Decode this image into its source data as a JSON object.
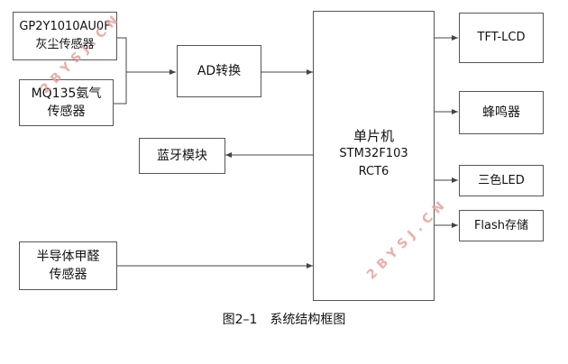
{
  "blocks": {
    "dust_sensor": {
      "line1": "GP2Y1010AU0F",
      "line2": "灰尘传感器"
    },
    "mq135": {
      "line1": "MQ135氨气",
      "line2": "传感器"
    },
    "formaldehyde": {
      "line1": "半导体甲醛",
      "line2": "传感器"
    },
    "ad": {
      "label": "AD转换"
    },
    "bluetooth": {
      "label": "蓝牙模块"
    },
    "mcu": {
      "line1": "单片机",
      "line2": "STM32F103",
      "line3": "RCT6"
    },
    "tft": {
      "label": "TFT-LCD"
    },
    "buzzer": {
      "label": "蜂鸣器"
    },
    "led": {
      "label": "三色LED"
    },
    "flash": {
      "label": "Flash存储"
    }
  },
  "watermark": {
    "text1": "2BYSJ.CN",
    "text2": "2BYSJ.CN"
  },
  "caption": "图2–1　系统结构框图",
  "colors": {
    "line": "#444444",
    "watermark": "#e8a09a"
  }
}
